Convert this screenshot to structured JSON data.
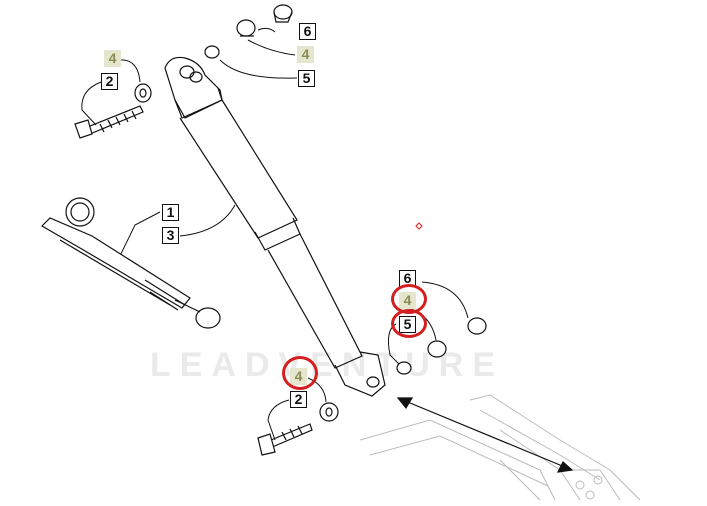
{
  "watermark": {
    "text": "LEADVENTURE"
  },
  "callouts": {
    "top_6": "6",
    "top_4": "4",
    "top_5": "5",
    "left_4": "4",
    "left_2": "2",
    "mid_1": "1",
    "mid_3": "3",
    "right_6": "6",
    "right_4": "4",
    "right_5": "5",
    "bottom_4": "4",
    "bottom_2": "2"
  },
  "colors": {
    "highlight": "#d31f1f",
    "olive_label": "#8b8a55",
    "olive_fill": "#e6e6cf",
    "line": "#111111",
    "frame": "#bbbbbb"
  }
}
